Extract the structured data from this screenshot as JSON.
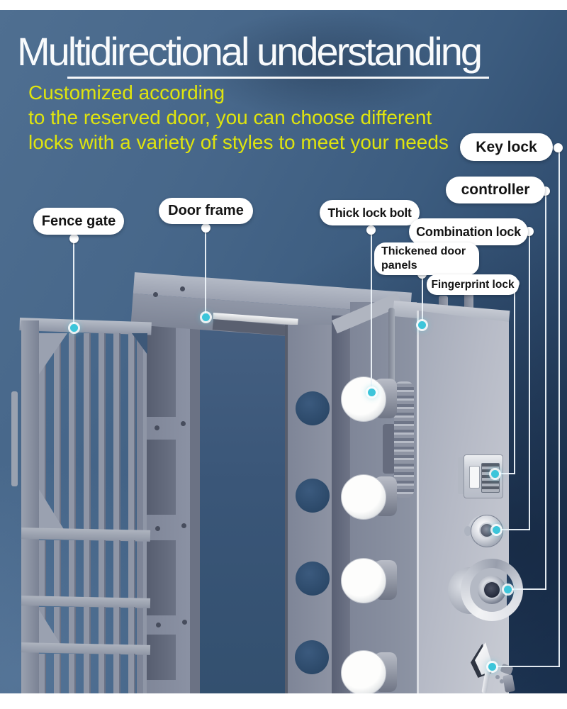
{
  "header": {
    "title": "Multidirectional understanding",
    "subtitle_line1": "Customized according",
    "subtitle_line2": "to the reserved door, you can choose different",
    "subtitle_line3": "locks with a variety of styles to meet your needs"
  },
  "callouts": {
    "fence_gate": "Fence gate",
    "door_frame": "Door frame",
    "thick_lock_bolt": "Thick lock bolt",
    "key_lock": "Key lock",
    "controller": "controller",
    "combination_lock": "Combination lock",
    "thickened_door_panels": "Thickened door panels",
    "fingerprint_lock": "Fingerprint lock"
  },
  "colors": {
    "accent_dot": "#3cc5da",
    "subtitle_yellow": "#dfe40e",
    "title_text": "#f8fafc",
    "callout_bg": "#ffffff",
    "callout_text": "#141414",
    "background_top": "#4b6a8b",
    "background_deep": "#203a5b"
  }
}
